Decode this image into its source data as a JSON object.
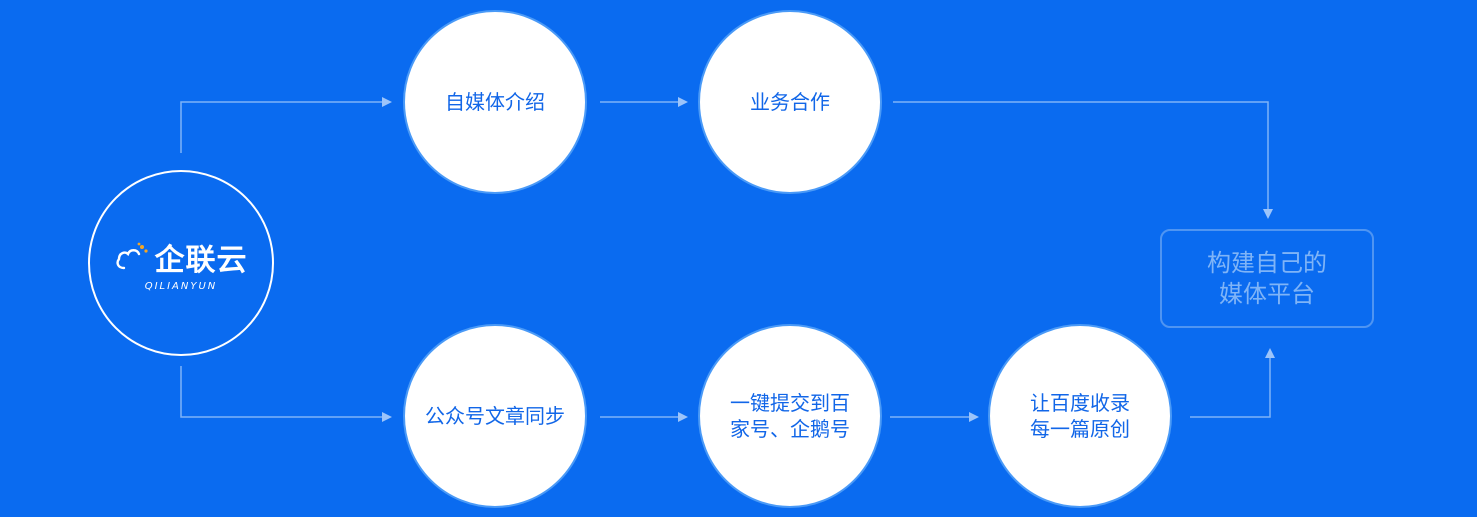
{
  "logo": {
    "name": "企联云",
    "latin": "QILIANYUN"
  },
  "nodes": {
    "self_media": "自媒体介绍",
    "business": "业务合作",
    "wechat_sync": "公众号文章同步",
    "submit_line1": "一键提交到百",
    "submit_line2": "家号、企鹅号",
    "baidu_line1": "让百度收录",
    "baidu_line2": "每一篇原创"
  },
  "target": {
    "line1": "构建自己的",
    "line2": "媒体平台"
  },
  "colors": {
    "background": "#0a6bf0",
    "node_text": "#1166e8",
    "connector": "#7eb3f7",
    "target_text": "#7fb4f7"
  }
}
